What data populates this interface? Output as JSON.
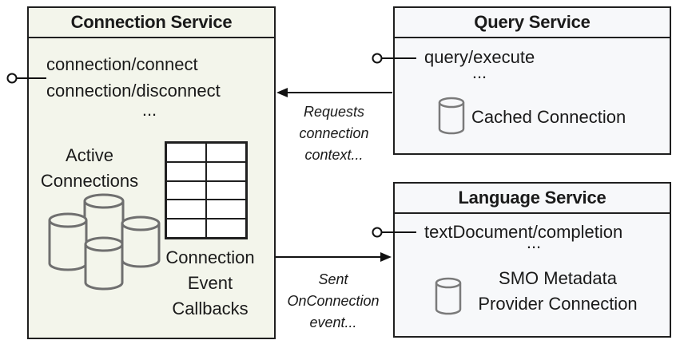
{
  "colors": {
    "connection_box_fill": "#f3f5eb",
    "service_box_fill": "#f7f8fa",
    "border": "#1f1f1f",
    "icon_stroke": "#6f6f6f",
    "text": "#1a1a1a"
  },
  "connection_service": {
    "title": "Connection Service",
    "method_1": "connection/connect",
    "method_2": "connection/disconnect",
    "ellipsis": "...",
    "active_connections_label": "Active\nConnections",
    "callbacks_label": "Connection\nEvent\nCallbacks"
  },
  "query_service": {
    "title": "Query Service",
    "method_1": "query/execute",
    "ellipsis": "...",
    "cached_connection_label": "Cached Connection"
  },
  "language_service": {
    "title": "Language Service",
    "method_1": "textDocument/completion",
    "ellipsis": "...",
    "smo_label": "SMO Metadata\nProvider Connection"
  },
  "arrows": {
    "requests_label": "Requests\nconnection\ncontext...",
    "sent_label": "Sent\nOnConnection\nevent..."
  }
}
